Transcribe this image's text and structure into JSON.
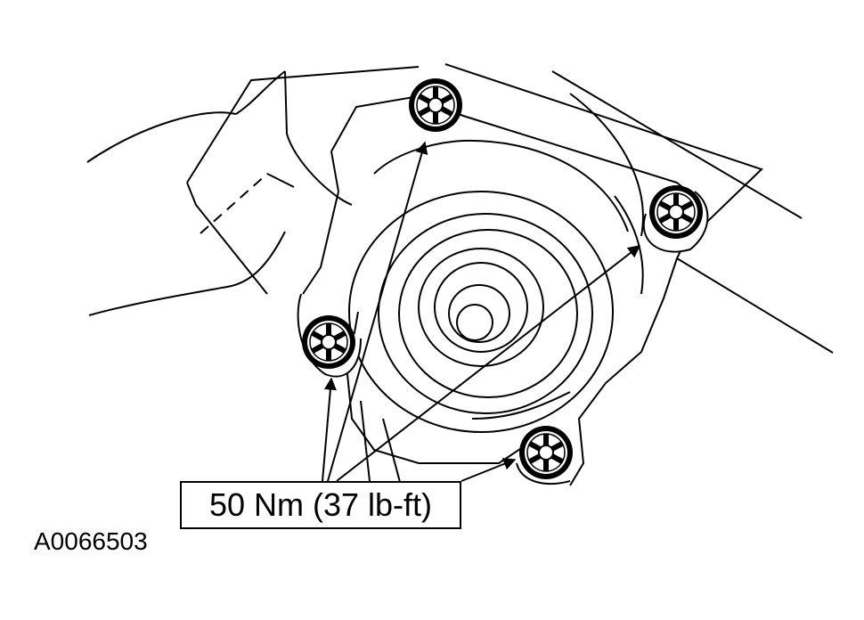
{
  "callout": {
    "torque": "50 Nm (37 lb-ft)"
  },
  "figure": {
    "id": "A0066503"
  },
  "bolts": [
    {
      "name": "bolt-top"
    },
    {
      "name": "bolt-right"
    },
    {
      "name": "bolt-left"
    },
    {
      "name": "bolt-bottom"
    }
  ]
}
